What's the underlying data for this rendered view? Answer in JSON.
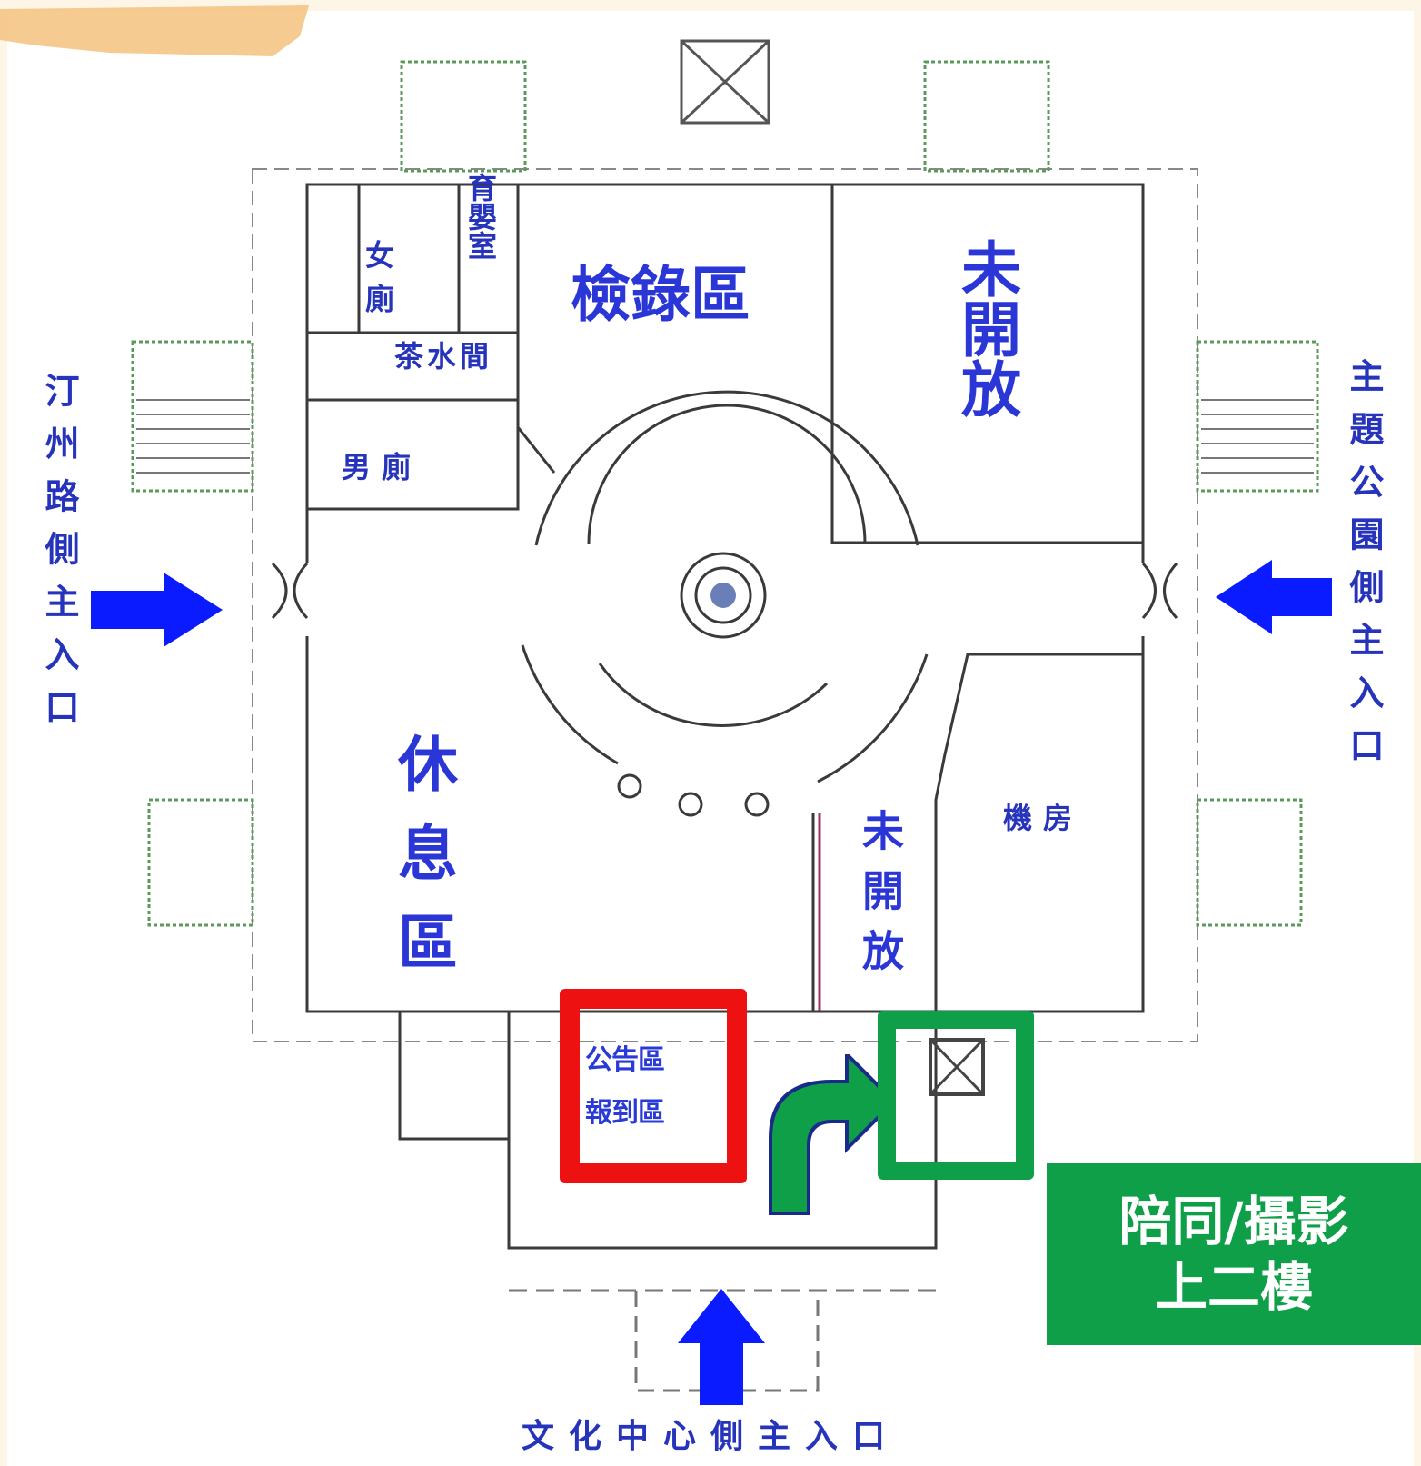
{
  "colors": {
    "page_background": "#fdf6e6",
    "label_blue": "#2b36d6",
    "arrow_blue": "#0a1bff",
    "highlight_red": "#ee1111",
    "highlight_green": "#0e9f48"
  },
  "rooms": {
    "inspection": "檢錄區",
    "closed_top_right": "未開放",
    "rest_area": "休息區",
    "closed_center": "未開放",
    "machine_room": "機房",
    "womens_restroom": "女廁",
    "mens_restroom": "男廁",
    "nursing_room": "育嬰室",
    "tea_room": "茶水間"
  },
  "entrances": {
    "west": "汀州路側主入口",
    "east": "主題公園側主入口",
    "south": "文化中心側主入口"
  },
  "highlights": {
    "notice_board": "公告區",
    "check_in": "報到區",
    "escort_note_line1": "陪同/攝影",
    "escort_note_line2": "上二樓"
  },
  "icons": {
    "west_arrow": "arrow-right-icon",
    "east_arrow": "arrow-left-icon",
    "south_arrow": "arrow-up-icon",
    "route_arrow": "curved-arrow-icon",
    "elevator": "elevator-icon"
  }
}
